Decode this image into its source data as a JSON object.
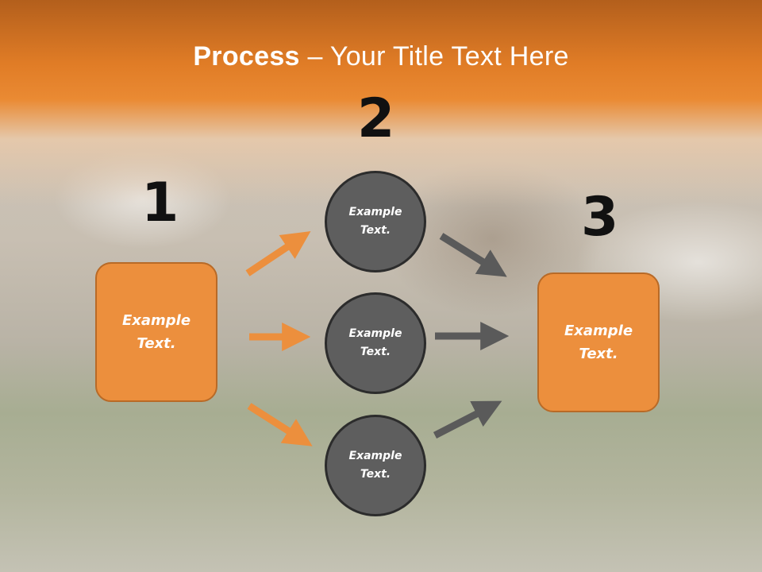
{
  "title": {
    "bold": "Process",
    "separator": " – ",
    "rest": "Your Title Text Here"
  },
  "steps": {
    "one": "1",
    "two": "2",
    "three": "3"
  },
  "left_box": {
    "text": "Example\nText."
  },
  "right_box": {
    "text": "Example\nText."
  },
  "circles": [
    {
      "text": "Example\nText."
    },
    {
      "text": "Example\nText."
    },
    {
      "text": "Example\nText."
    }
  ],
  "colors": {
    "accent": "#ec8f3d",
    "circle": "#5e5e5e",
    "arrow_orange": "#ec8f3d",
    "arrow_gray": "#5a5a5a"
  }
}
